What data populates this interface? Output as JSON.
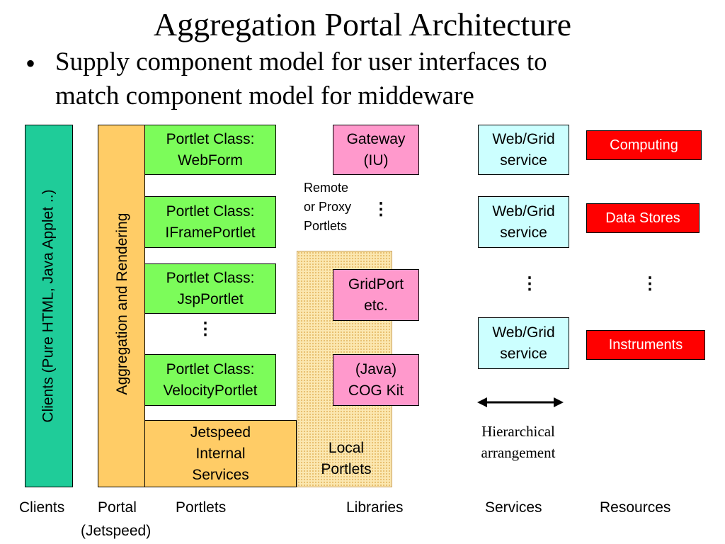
{
  "title": "Aggregation Portal Architecture",
  "bullet": {
    "marker": "•",
    "line1": "Supply component model for user interfaces to",
    "line2": "match component model for middeware"
  },
  "clients_bar": "Clients (Pure HTML, Java Applet ..)",
  "portal_bar": "Aggregation and Rendering",
  "portlets": [
    {
      "line1": "Portlet Class:",
      "line2": "WebForm"
    },
    {
      "line1": "Portlet Class:",
      "line2": "IFramePortlet"
    },
    {
      "line1": "Portlet Class:",
      "line2": "JspPortlet"
    },
    {
      "line1": "Portlet Class:",
      "line2": "VelocityPortlet"
    }
  ],
  "internal_services": {
    "line1": "Jetspeed",
    "line2": "Internal",
    "line3": "Services"
  },
  "local_portlets": {
    "line1": "Local",
    "line2": "Portlets"
  },
  "gateway": {
    "line1": "Gateway",
    "line2": "(IU)"
  },
  "remote_note": {
    "line1": "Remote",
    "line2": "or Proxy",
    "line3": "Portlets"
  },
  "gridport": {
    "line1": "GridPort",
    "line2": "etc."
  },
  "cogkit": {
    "line1": "(Java)",
    "line2": "COG Kit"
  },
  "services": [
    {
      "line1": "Web/Grid",
      "line2": "service"
    },
    {
      "line1": "Web/Grid",
      "line2": "service"
    },
    {
      "line1": "Web/Grid",
      "line2": "service"
    }
  ],
  "resources": [
    "Computing",
    "Data Stores",
    "Instruments"
  ],
  "hierarchical": {
    "line1": "Hierarchical",
    "line2": "arrangement"
  },
  "ellipsis": "⋮",
  "columns": {
    "clients": "Clients",
    "portal": "Portal",
    "portal_sub": "(Jetspeed)",
    "portlets": "Portlets",
    "libraries": "Libraries",
    "services": "Services",
    "resources": "Resources"
  },
  "colors": {
    "portlet_green": "#7cfc5a",
    "library_pink": "#ff99cc",
    "service_cyan": "#ccffff",
    "resource_red": "#ff0000",
    "portal_orange": "#ffcc66",
    "clients_teal": "#1fcc99"
  }
}
